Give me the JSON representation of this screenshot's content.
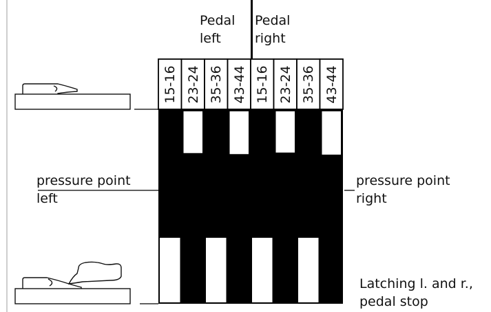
{
  "colors": {
    "ink": "#000000",
    "paper": "#ffffff",
    "frame": "#bdbdbd"
  },
  "labels": {
    "pedal_left": [
      "Pedal",
      "left"
    ],
    "pedal_right": [
      "Pedal",
      "right"
    ],
    "pressure_left": [
      "pressure point",
      "left"
    ],
    "pressure_right": [
      "pressure point",
      "right"
    ],
    "latching": [
      "Latching l. and r.,",
      "pedal stop"
    ]
  },
  "columns": [
    {
      "label": "15-16",
      "side": "left",
      "upper_white_end": 0
    },
    {
      "label": "23-24",
      "side": "left",
      "upper_white_end": 0.85
    },
    {
      "label": "35-36",
      "side": "left",
      "upper_white_end": 0
    },
    {
      "label": "43-44",
      "side": "left",
      "upper_white_end": 0.87
    },
    {
      "label": "15-16",
      "side": "right",
      "upper_white_end": 0
    },
    {
      "label": "23-24",
      "side": "right",
      "upper_white_end": 0.84
    },
    {
      "label": "35-36",
      "side": "right",
      "upper_white_end": 0
    },
    {
      "label": "43-44",
      "side": "right",
      "upper_white_end": 0.88
    }
  ],
  "icons": [
    {
      "name": "pedal-released-icon"
    },
    {
      "name": "pedal-pressed-icon"
    }
  ]
}
